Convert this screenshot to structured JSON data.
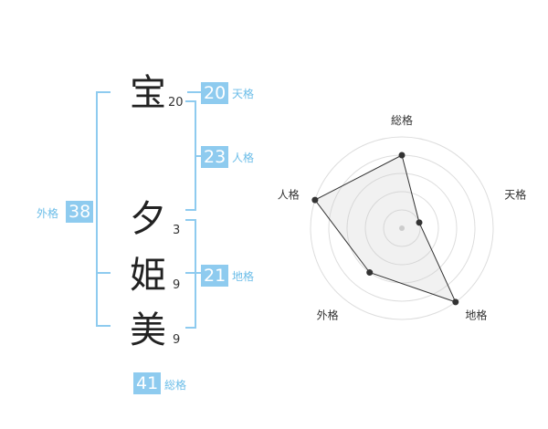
{
  "name": {
    "chars": [
      {
        "char": "宝",
        "strokes": "20"
      },
      {
        "char": "夕",
        "strokes": "3"
      },
      {
        "char": "姫",
        "strokes": "9"
      },
      {
        "char": "美",
        "strokes": "9"
      }
    ]
  },
  "fortunes": {
    "tenkaku": {
      "value": "20",
      "label": "天格"
    },
    "jinkaku": {
      "value": "23",
      "label": "人格"
    },
    "chikaku": {
      "value": "21",
      "label": "地格"
    },
    "gaikaku": {
      "value": "38",
      "label": "外格"
    },
    "soukaku": {
      "value": "41",
      "label": "総格"
    }
  },
  "colors": {
    "accent": "#8ecbef",
    "label_text": "#6bbde8",
    "grid": "#dddddd"
  },
  "chart_data": {
    "type": "radar",
    "axes": [
      "総格",
      "天格",
      "地格",
      "外格",
      "人格"
    ],
    "values": [
      4,
      1,
      5,
      3,
      5
    ],
    "range": [
      0,
      5
    ],
    "rings": 5
  }
}
